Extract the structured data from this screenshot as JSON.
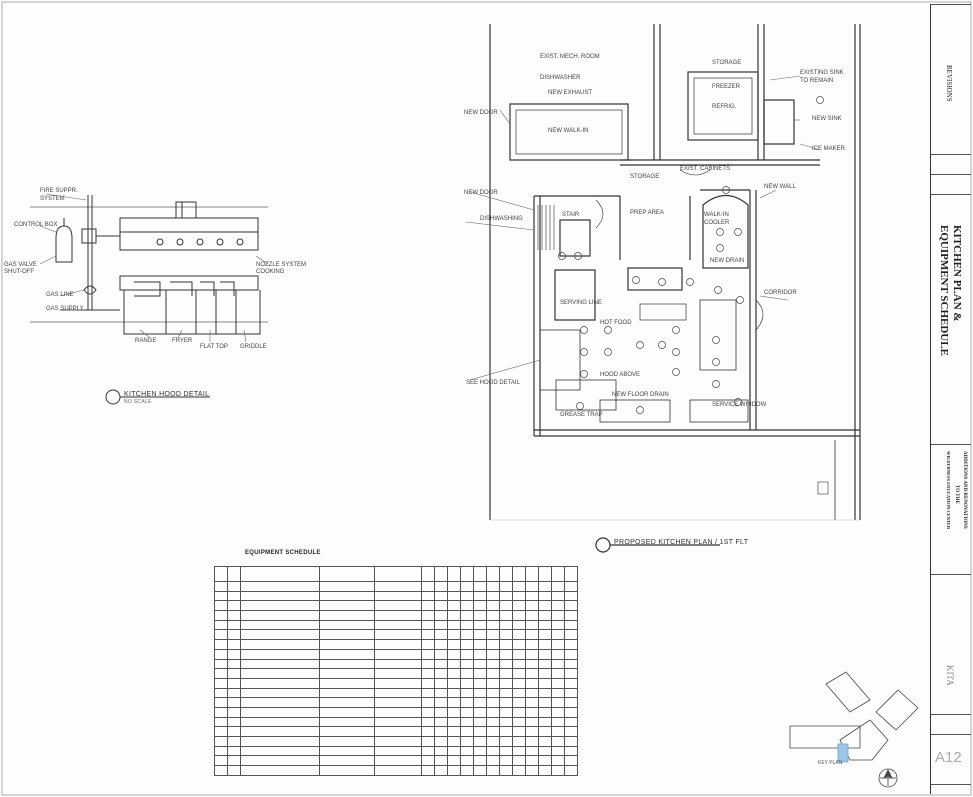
{
  "sheet": {
    "revisions_label": "REVISIONS",
    "drawing_title_line1": "KITCHEN PLAN &",
    "drawing_title_line2": "EQUIPMENT SCHEDULE",
    "project_line1": "ADDITIONS AND RENOVATIONS",
    "project_line2": "TO THE",
    "project_line3": "WILDERNESS EDUCATION CENTER",
    "project_line4": "",
    "firm_name": "KITA",
    "sheet_number": "A12"
  },
  "hood_detail": {
    "caption": "KITCHEN HOOD DETAIL",
    "scale": "NO SCALE"
  },
  "kitchen_plan": {
    "caption": "PROPOSED KITCHEN PLAN / 1ST FLT"
  },
  "schedule": {
    "title": "EQUIPMENT SCHEDULE",
    "row_count": 20
  },
  "key_plan": {
    "label": "KEY PLAN"
  },
  "colors": {
    "line": "#333333",
    "light_line": "#8a8a8a",
    "accent": "#6aa8d8"
  }
}
